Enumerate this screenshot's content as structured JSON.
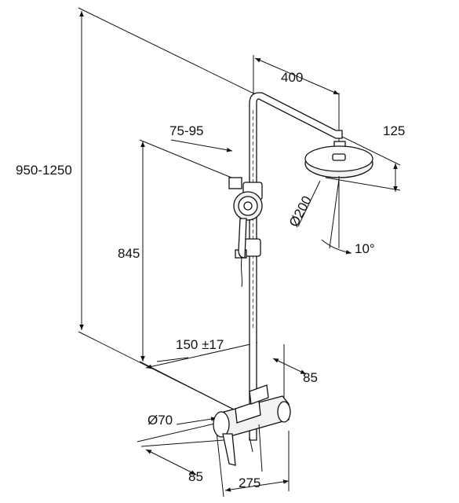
{
  "dimensions": {
    "arm_length": "400",
    "head_drop": "125",
    "holder_range": "75-95",
    "total_height": "950-1250",
    "holder_height": "845",
    "head_diameter": "Ø200",
    "head_tilt": "10°",
    "inlet_spacing": "150 ±17",
    "valve_depth": "85",
    "handle_diameter": "Ø70",
    "mount_depth": "85",
    "body_width": "275"
  },
  "colors": {
    "line": "#111111",
    "background": "#ffffff"
  }
}
